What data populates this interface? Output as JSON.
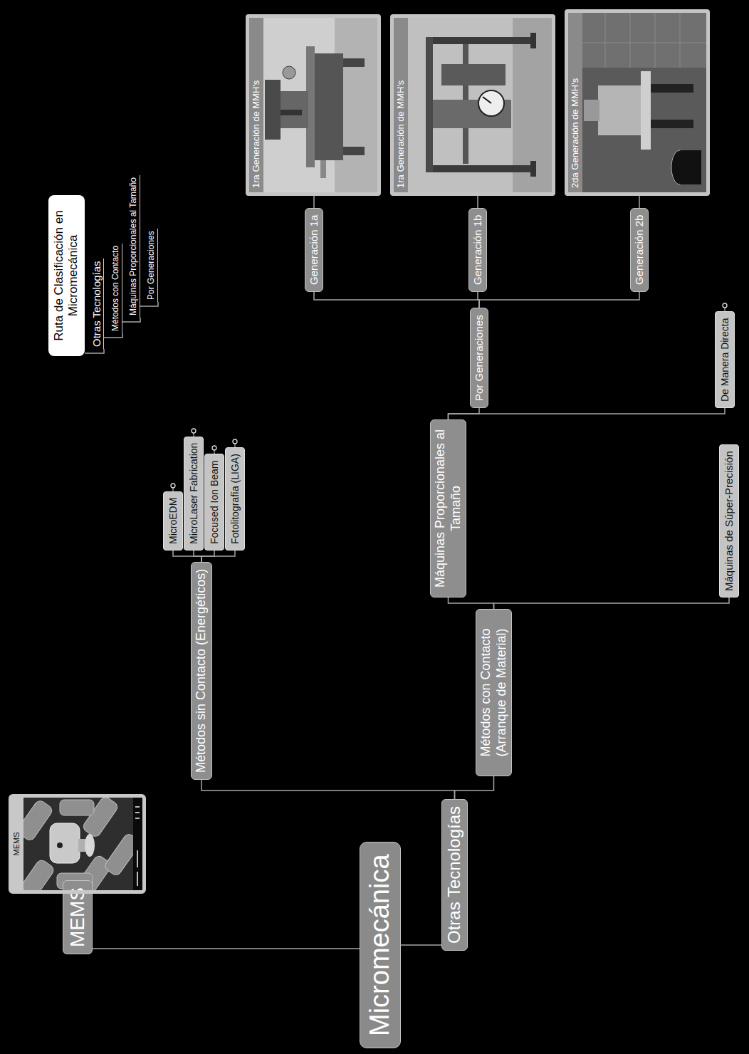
{
  "diagram": {
    "nodes": [
      {
        "text": [
          "Micromecánica"
        ]
      },
      {
        "text": [
          "MEMS"
        ]
      },
      {
        "text": [
          "MEMS"
        ]
      },
      {
        "text": [
          "Otras Tecnologías"
        ]
      },
      {
        "text": [
          "Métodos sin Contacto (Energéticos)"
        ]
      },
      {
        "text": [
          "MicroEDM"
        ]
      },
      {
        "text": [
          "MicroLaser Fabrication"
        ]
      },
      {
        "text": [
          "Focused Ion Beam"
        ]
      },
      {
        "text": [
          "Fotolitografía (LIGA)"
        ]
      },
      {
        "text": [
          "Métodos con Contacto (Arranque de Material)"
        ]
      },
      {
        "text": [
          "Máquinas Proporcionales al Tamaño"
        ]
      },
      {
        "text": [
          "Por Generaciones"
        ]
      },
      {
        "text": [
          "Generación 1a"
        ]
      },
      {
        "text": [
          "1ra Generación de MMH's"
        ]
      },
      {
        "text": [
          "Generación 1b"
        ]
      },
      {
        "text": [
          "1ra Generación de MMH's"
        ]
      },
      {
        "text": [
          "Generación 2b"
        ]
      },
      {
        "text": [
          "2da Generación de MMH's"
        ]
      },
      {
        "text": [
          "De Manera Directa"
        ]
      },
      {
        "text": [
          "Máquinas de Súper-Precisión"
        ]
      },
      {
        "text": [
          "Ruta de Clasificación en Micromecánica"
        ]
      },
      {
        "text": [
          "Otras Tecnologías"
        ]
      },
      {
        "text": [
          "Métodos con Contacto"
        ]
      },
      {
        "text": [
          "Máquinas Proporcionales al Tamaño"
        ]
      },
      {
        "text": [
          "Por Generaciones"
        ]
      }
    ],
    "edges": [
      {
        "from": 0,
        "to": 1,
        "arrow": "none"
      },
      {
        "from": 1,
        "to": 2,
        "arrow": "none"
      },
      {
        "from": 0,
        "to": 3,
        "arrow": "none"
      },
      {
        "from": 3,
        "to": 4,
        "arrow": "none"
      },
      {
        "from": 4,
        "to": 5,
        "arrow": "none"
      },
      {
        "from": 4,
        "to": 6,
        "arrow": "none"
      },
      {
        "from": 4,
        "to": 7,
        "arrow": "none"
      },
      {
        "from": 4,
        "to": 8,
        "arrow": "none"
      },
      {
        "from": 3,
        "to": 9,
        "arrow": "none"
      },
      {
        "from": 9,
        "to": 10,
        "arrow": "none"
      },
      {
        "from": 10,
        "to": 11,
        "arrow": "none"
      },
      {
        "from": 11,
        "to": 12,
        "arrow": "none"
      },
      {
        "from": 12,
        "to": 13,
        "arrow": "none"
      },
      {
        "from": 11,
        "to": 14,
        "arrow": "none"
      },
      {
        "from": 14,
        "to": 15,
        "arrow": "none"
      },
      {
        "from": 11,
        "to": 16,
        "arrow": "none"
      },
      {
        "from": 16,
        "to": 17,
        "arrow": "none"
      },
      {
        "from": 10,
        "to": 18,
        "arrow": "none"
      },
      {
        "from": 9,
        "to": 19,
        "arrow": "none"
      },
      {
        "from": 20,
        "to": 21,
        "arrow": "none"
      },
      {
        "from": 21,
        "to": 22,
        "arrow": "none"
      },
      {
        "from": 22,
        "to": 23,
        "arrow": "none"
      },
      {
        "from": 23,
        "to": 24,
        "arrow": "none"
      }
    ]
  }
}
